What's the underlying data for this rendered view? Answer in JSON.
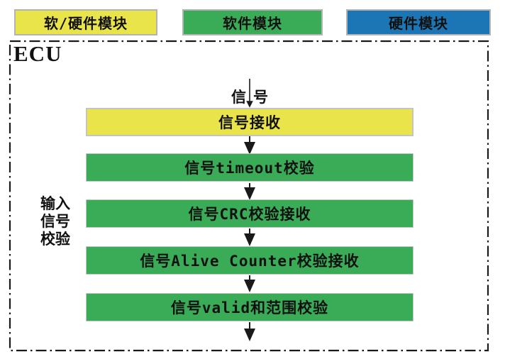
{
  "legend": {
    "items": [
      {
        "label": "软/硬件模块",
        "color": "#e8e44a"
      },
      {
        "label": "软件模块",
        "color": "#3aab57"
      },
      {
        "label": "硬件模块",
        "color": "#1c76b5"
      }
    ]
  },
  "diagram": {
    "container_label": "ECU",
    "input_signal_label": "信号",
    "side_label_lines": [
      "输入",
      "信号",
      "校验"
    ],
    "flow_steps": [
      {
        "label": "信号接收",
        "color": "#e8e44a"
      },
      {
        "label": "信号timeout校验",
        "color": "#3aab57"
      },
      {
        "label": "信号CRC校验接收",
        "color": "#3aab57"
      },
      {
        "label": "信号Alive Counter校验接收",
        "color": "#3aab57"
      },
      {
        "label": "信号valid和范围校验",
        "color": "#3aab57"
      }
    ]
  },
  "colors": {
    "boundary_stroke": "#1a1a1a",
    "arrow": "#1a1a1a",
    "legend_border": "#b3b3b3",
    "box_border": "#c4c4c4"
  }
}
